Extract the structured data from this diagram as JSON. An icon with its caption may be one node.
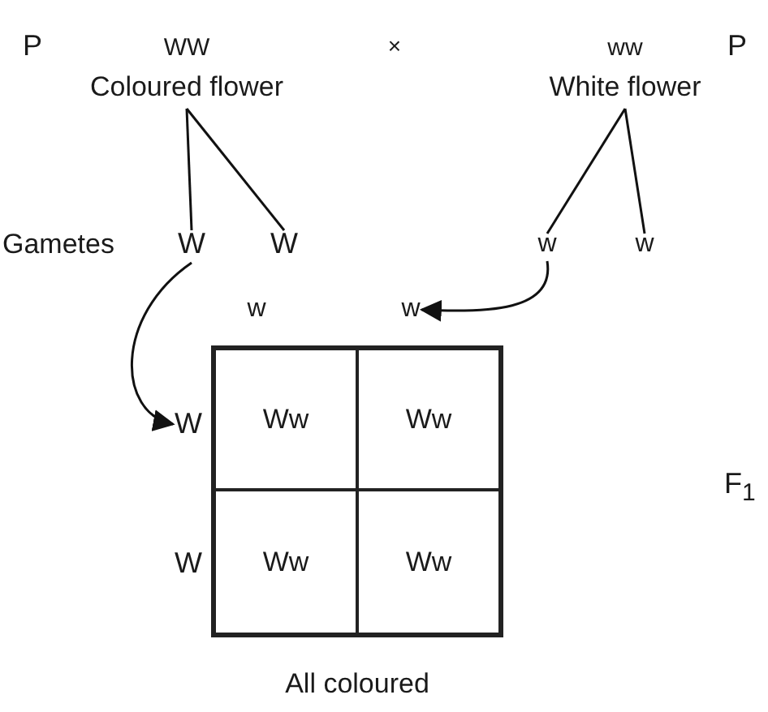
{
  "diagram": {
    "nodes": [
      {
        "text": [
          "WW",
          "Coloured flower"
        ]
      },
      {
        "text": [
          "ww",
          "White flower"
        ]
      },
      {
        "text": [
          "W"
        ]
      },
      {
        "text": [
          "W"
        ]
      },
      {
        "text": [
          "w"
        ]
      },
      {
        "text": [
          "w"
        ]
      },
      {
        "text": [
          "w"
        ]
      },
      {
        "text": [
          "w"
        ]
      },
      {
        "text": [
          "W"
        ]
      },
      {
        "text": [
          "W"
        ]
      },
      {
        "text": [],
        "shape": "box"
      },
      {
        "text": [
          "Ww"
        ],
        "in": 10
      },
      {
        "text": [
          "Ww"
        ],
        "in": 10
      },
      {
        "text": [
          "Ww"
        ],
        "in": 10
      },
      {
        "text": [
          "Ww"
        ],
        "in": 10
      }
    ],
    "edges": [
      {
        "from": 0,
        "to": 2,
        "arrow": "none"
      },
      {
        "from": 0,
        "to": 3,
        "arrow": "none"
      },
      {
        "from": 1,
        "to": 4,
        "arrow": "none"
      },
      {
        "from": 1,
        "to": 5,
        "arrow": "none"
      },
      {
        "from": 2,
        "to": 8,
        "arrow": "to"
      },
      {
        "from": 4,
        "to": 7,
        "arrow": "to"
      }
    ],
    "labels": [
      "P",
      "×",
      "P",
      "Gametes",
      "F$_{1}$",
      "All coloured"
    ]
  }
}
